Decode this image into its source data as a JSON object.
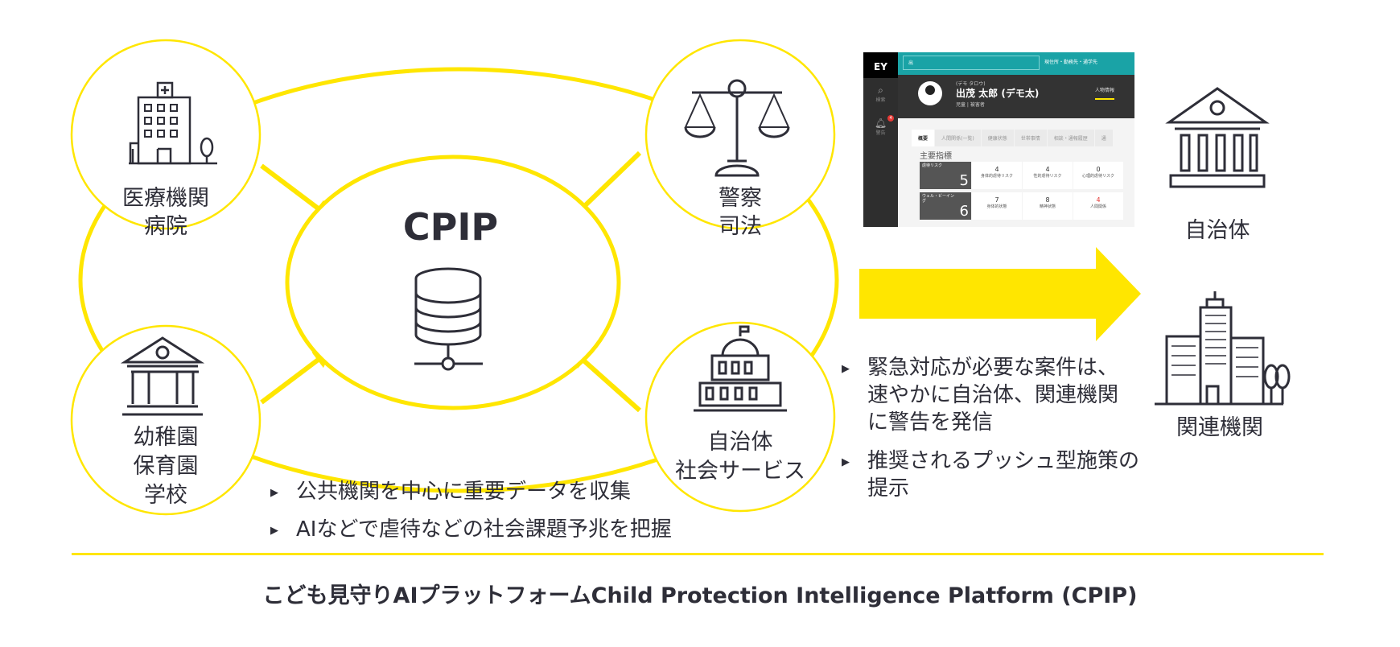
{
  "cpip": {
    "title": "CPIP",
    "icon": "database-icon"
  },
  "nodes": {
    "hospital": {
      "line1": "医療機関",
      "line2": "病院",
      "icon": "hospital-icon"
    },
    "police": {
      "line1": "警察",
      "line2": "司法",
      "icon": "scales-icon"
    },
    "school": {
      "line1": "幼稚園",
      "line2": "保育園",
      "line3": "学校",
      "icon": "school-icon"
    },
    "municipal": {
      "line1": "自治体",
      "line2": "社会サービス",
      "icon": "government-building-icon"
    }
  },
  "recipients": {
    "municipality": {
      "label": "自治体",
      "icon": "city-hall-icon"
    },
    "agencies": {
      "label": "関連機関",
      "icon": "office-buildings-icon"
    }
  },
  "app": {
    "logo": "EY",
    "search_field": "出",
    "address_field": "現住所・勤務先・通学先",
    "sidebar": [
      {
        "label": "検索",
        "icon": "search-icon"
      },
      {
        "label": "警告",
        "icon": "bell-icon",
        "badge": "4"
      }
    ],
    "person": {
      "kana": "(デモ タロウ)",
      "name": "出茂 太郎 (デモ太)",
      "role": "児童 | 被害者"
    },
    "person_tab": "人物情報",
    "tabs": [
      "概要",
      "人間関係(一覧)",
      "健康状態",
      "世帯事情",
      "相談・通報履歴",
      "通"
    ],
    "kpi_title": "主要指標",
    "rows": [
      {
        "label": "虐待リスク",
        "value": "5",
        "cells": [
          {
            "v": "4",
            "t": "身体的虐待リスク"
          },
          {
            "v": "4",
            "t": "性的虐待リスク"
          },
          {
            "v": "0",
            "t": "心理的虐待リスク"
          }
        ]
      },
      {
        "label": "ウェル・ビーイング",
        "value": "6",
        "cells": [
          {
            "v": "7",
            "t": "身体的状態"
          },
          {
            "v": "8",
            "t": "精神状態"
          },
          {
            "v": "4",
            "t": "人間関係"
          }
        ]
      }
    ]
  },
  "right_bullets": [
    "緊急対応が必要な案件は、",
    "速やかに自治体、関連機関",
    "に警告を発信",
    "推奨されるプッシュ型施策の",
    "提示"
  ],
  "bottom_bullets": [
    "公共機関を中心に重要データを収集",
    "AIなどで虐待などの社会課題予兆を把握"
  ],
  "footer": "こども見守りAIプラットフォームChild Protection Intelligence Platform (CPIP)",
  "colors": {
    "accent": "#ffe600",
    "text": "#2e2e38",
    "teal": "#1aa3a6"
  }
}
